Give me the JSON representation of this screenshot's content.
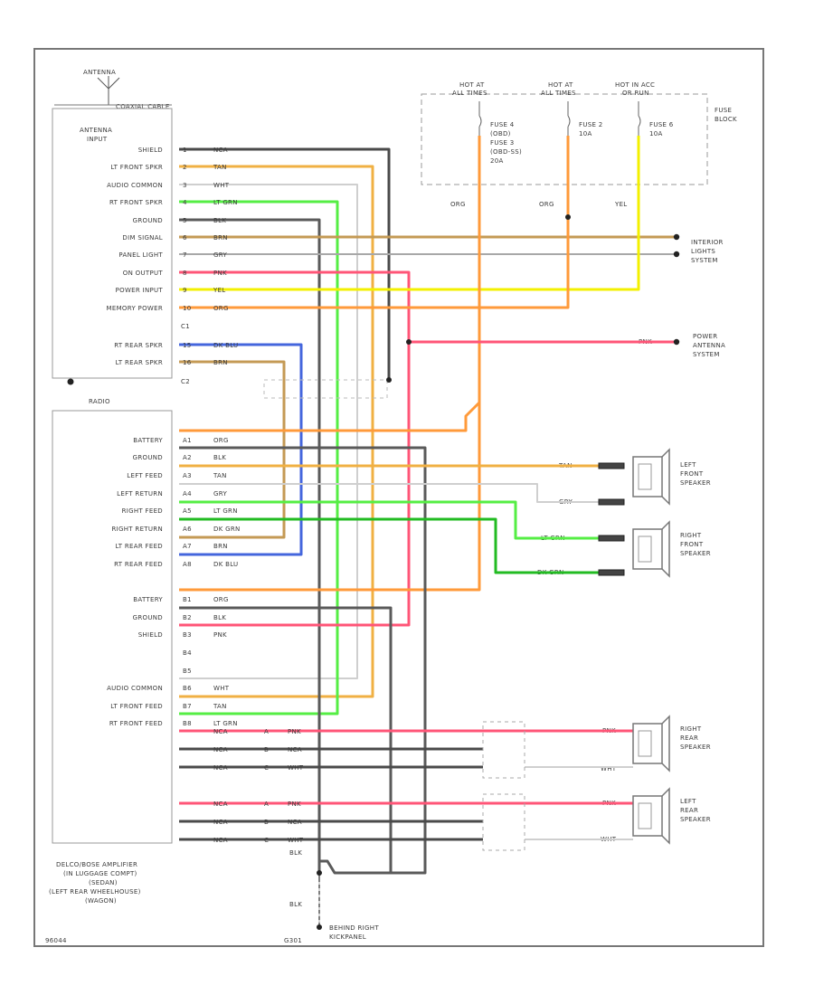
{
  "colors": {
    "black": "#4a4a4a",
    "tan": "#f0b043",
    "white": "#cfcfcf",
    "lt_grn": "#55ee44",
    "blk_wh": "#5a5a5a",
    "brn": "#c49a55",
    "gry": "#a8a8a8",
    "pnk": "#ff5577",
    "yel": "#f3f000",
    "org": "#ff9a3a",
    "dk_blu": "#4466dd",
    "dk_grn": "#22bb22",
    "frame": "#777777",
    "fuse_dash": "#999999"
  },
  "antenna": {
    "label": "ANTENNA",
    "cable_label": "COAXIAL CABLE"
  },
  "top_connector": {
    "title_line1": "ANTENNA",
    "title_line2": "INPUT",
    "pins": [
      {
        "name": "SHIELD",
        "pin": "1",
        "wire": "NCA"
      },
      {
        "name": "LT FRONT SPKR",
        "pin": "2",
        "wire": "TAN"
      },
      {
        "name": "AUDIO COMMON",
        "pin": "3",
        "wire": "WHT"
      },
      {
        "name": "RT FRONT SPKR",
        "pin": "4",
        "wire": "LT GRN"
      },
      {
        "name": "GROUND",
        "pin": "5",
        "wire": "BLK"
      },
      {
        "name": "DIM SIGNAL",
        "pin": "6",
        "wire": "BRN"
      },
      {
        "name": "PANEL LIGHT",
        "pin": "7",
        "wire": "GRY"
      },
      {
        "name": "ON OUTPUT",
        "pin": "8",
        "wire": "PNK"
      },
      {
        "name": "POWER INPUT",
        "pin": "9",
        "wire": "YEL"
      },
      {
        "name": "MEMORY POWER",
        "pin": "10",
        "wire": "ORG"
      }
    ],
    "connector_c1": "C1",
    "rear_pins": [
      {
        "name": "RT REAR SPKR",
        "pin": "15",
        "wire": "DK BLU"
      },
      {
        "name": "LT REAR SPKR",
        "pin": "16",
        "wire": "BRN"
      }
    ],
    "connector_c2": "C2"
  },
  "fuse_block": {
    "title_line1": "FUSE",
    "title_line2": "BLOCK",
    "headers": [
      {
        "l1": "HOT AT",
        "l2": "ALL TIMES"
      },
      {
        "l1": "HOT AT",
        "l2": "ALL TIMES"
      },
      {
        "l1": "HOT IN ACC",
        "l2": "OR RUN"
      }
    ],
    "fuses": [
      {
        "l1": "FUSE 4",
        "l2": "(OBD)",
        "l3": "FUSE 3",
        "l4": "(OBD-SS)",
        "l5": "20A"
      },
      {
        "l1": "FUSE 2",
        "l2": "10A"
      },
      {
        "l1": "FUSE 6",
        "l2": "10A"
      }
    ],
    "wires": [
      "ORG",
      "ORG",
      "YEL"
    ]
  },
  "right_labels": {
    "interior_l1": "INTERIOR",
    "interior_l2": "LIGHTS",
    "interior_l3": "SYSTEM",
    "power_ant_l1": "POWER",
    "power_ant_l2": "ANTENNA",
    "power_ant_l3": "SYSTEM",
    "power_ant_wire": "PNK"
  },
  "radio": {
    "title": "RADIO",
    "group_a": [
      {
        "name": "BATTERY",
        "pin": "A1",
        "wire": "ORG"
      },
      {
        "name": "GROUND",
        "pin": "A2",
        "wire": "BLK"
      },
      {
        "name": "LEFT FEED",
        "pin": "A3",
        "wire": "TAN"
      },
      {
        "name": "LEFT RETURN",
        "pin": "A4",
        "wire": "GRY"
      },
      {
        "name": "RIGHT FEED",
        "pin": "A5",
        "wire": "LT GRN"
      },
      {
        "name": "RIGHT RETURN",
        "pin": "A6",
        "wire": "DK GRN"
      },
      {
        "name": "LT REAR FEED",
        "pin": "A7",
        "wire": "BRN"
      },
      {
        "name": "RT REAR FEED",
        "pin": "A8",
        "wire": "DK BLU"
      }
    ],
    "group_b": [
      {
        "name": "BATTERY",
        "pin": "B1",
        "wire": "ORG"
      },
      {
        "name": "GROUND",
        "pin": "B2",
        "wire": "BLK"
      },
      {
        "name": "SHIELD",
        "pin": "B3",
        "wire": "PNK"
      },
      {
        "name": "",
        "pin": "B4",
        "wire": ""
      },
      {
        "name": "",
        "pin": "B5",
        "wire": ""
      },
      {
        "name": "AUDIO COMMON",
        "pin": "B6",
        "wire": "WHT"
      },
      {
        "name": "LT FRONT FEED",
        "pin": "B7",
        "wire": "TAN"
      },
      {
        "name": "RT FRONT FEED",
        "pin": "B8",
        "wire": "LT GRN"
      }
    ],
    "amp_l1": "DELCO/BOSE AMPLIFIER",
    "amp_l2": "(IN LUGGAGE COMPT)",
    "amp_l3": "(SEDAN)",
    "amp_l4": "(LEFT REAR WHEELHOUSE)",
    "amp_l5": "(WAGON)"
  },
  "speakers": {
    "left_front_l1": "LEFT",
    "left_front_l2": "FRONT",
    "left_front_l3": "SPEAKER",
    "left_front_wires": [
      "TAN",
      "GRY"
    ],
    "right_front_l1": "RIGHT",
    "right_front_l2": "FRONT",
    "right_front_l3": "SPEAKER",
    "right_front_wires": [
      "LT GRN",
      "DK GRN"
    ],
    "right_rear_l1": "RIGHT",
    "right_rear_l2": "REAR",
    "right_rear_l3": "SPEAKER",
    "right_rear_wires": [
      "PNK",
      "WHT"
    ],
    "left_rear_l1": "LEFT",
    "left_rear_l2": "REAR",
    "left_rear_l3": "SPEAKER",
    "left_rear_wires": [
      "PNK",
      "WHT"
    ],
    "rear_pins": [
      "A",
      "B",
      "C"
    ],
    "rear_wire_labels": [
      "PNK",
      "NCA",
      "WHT"
    ],
    "nca_label": "NCA"
  },
  "ground": {
    "blk1": "BLK",
    "blk2": "BLK",
    "g_label": "G301",
    "location_l1": "BEHIND RIGHT",
    "location_l2": "KICKPANEL"
  },
  "footer": {
    "code": "96044"
  }
}
